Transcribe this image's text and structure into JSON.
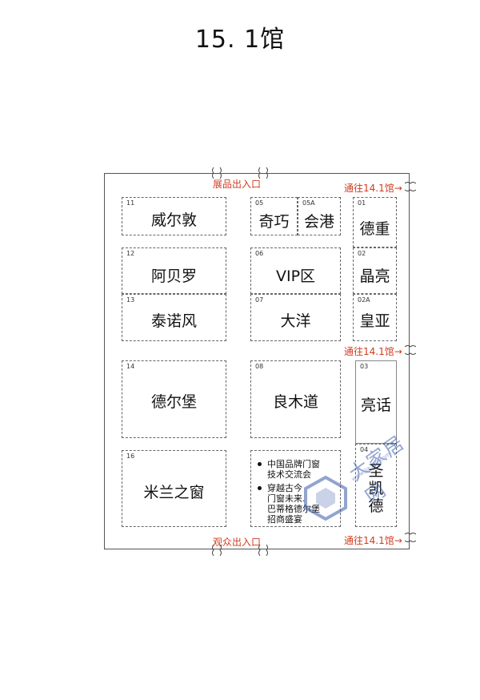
{
  "title": "15. 1馆",
  "labels": {
    "exhibit_entrance": "展品出入口",
    "visitor_entrance": "观众出入口",
    "to_hall_1": "通往14.1馆→",
    "to_hall_2": "通往14.1馆→",
    "to_hall_3": "通往14.1馆→"
  },
  "booths": [
    {
      "id": "11",
      "name": "威尔敦"
    },
    {
      "id": "12",
      "name": "阿贝罗"
    },
    {
      "id": "13",
      "name": "泰诺风"
    },
    {
      "id": "14",
      "name": "德尔堡"
    },
    {
      "id": "16",
      "name": "米兰之窗"
    },
    {
      "id": "05",
      "name": "奇巧"
    },
    {
      "id": "05A",
      "name": "会港"
    },
    {
      "id": "06",
      "name": "VIP区"
    },
    {
      "id": "07",
      "name": "大洋"
    },
    {
      "id": "08",
      "name": "良木道"
    },
    {
      "id": "01",
      "name": "德重"
    },
    {
      "id": "02",
      "name": "晶亮"
    },
    {
      "id": "02A",
      "name": "皇亚"
    },
    {
      "id": "03",
      "name": "亮话"
    },
    {
      "id": "04",
      "name_lines": [
        "圣",
        "凯",
        "德"
      ]
    }
  ],
  "event_notes": [
    {
      "lines": [
        "中国品牌门窗",
        "技术交流会"
      ]
    },
    {
      "lines": [
        "穿越古今",
        "门窗未来.",
        "巴蒂格德尔堡",
        "招商盛宴"
      ]
    }
  ],
  "watermark": {
    "text": "大家居网",
    "sub": "www.jia360.com"
  },
  "colors": {
    "label_red": "#d23b1e",
    "watermark_blue": "#3a5aa8"
  }
}
